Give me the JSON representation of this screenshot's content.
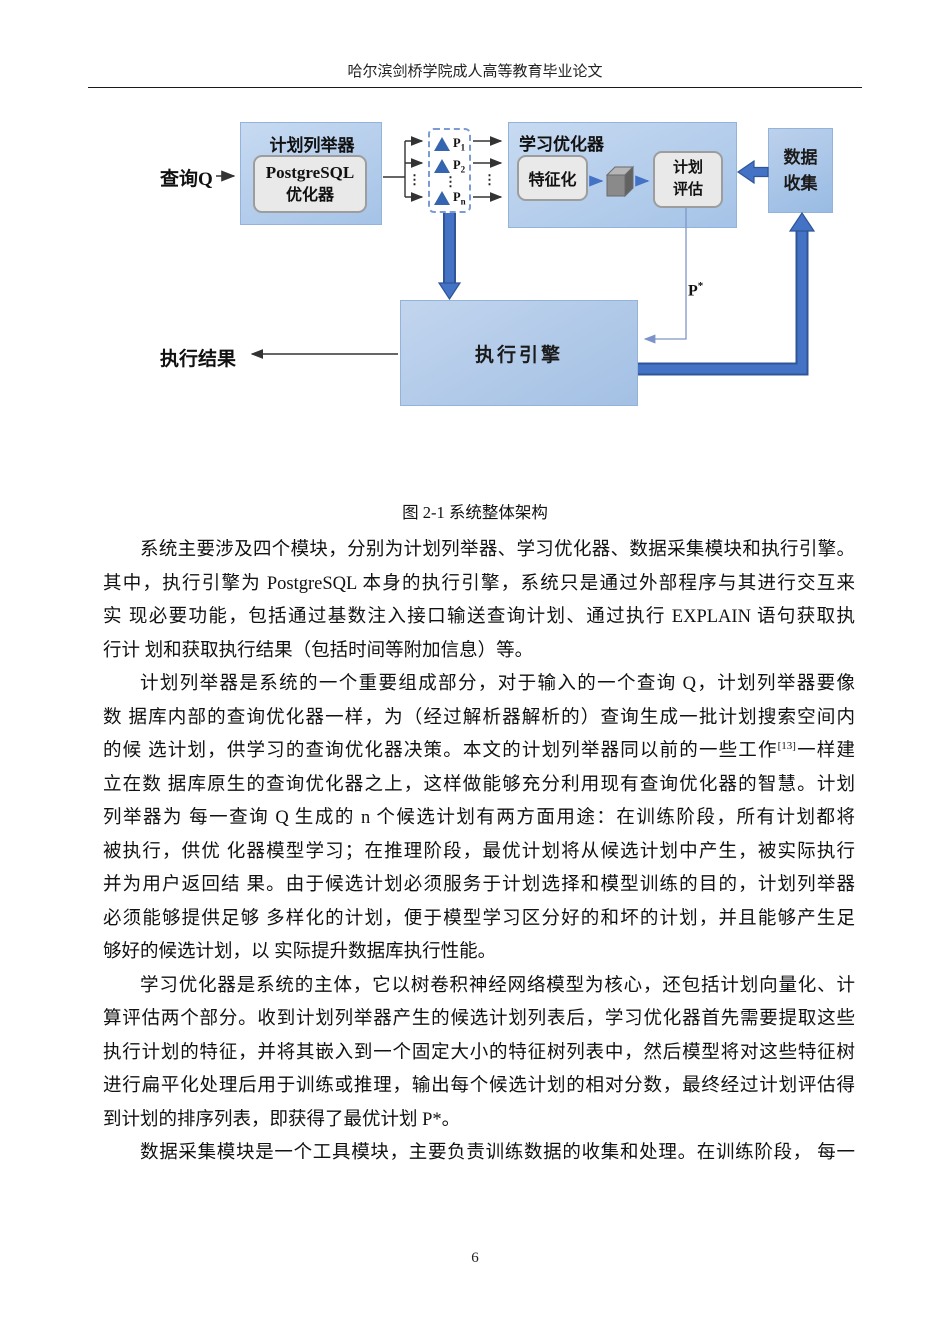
{
  "header": {
    "title": "哈尔滨剑桥学院成人高等教育毕业论文"
  },
  "figure": {
    "caption": "图 2-1  系统整体架构",
    "labels": {
      "query": "查询Q",
      "plan_enumerator": "计划列举器",
      "postgresql_line1": "PostgreSQL",
      "postgresql_line2": "优化器",
      "dots": "⋮",
      "plans": [
        {
          "base": "P",
          "sub": "1"
        },
        {
          "base": "P",
          "sub": "2"
        },
        {
          "base": "P",
          "sub": "n"
        }
      ],
      "learned_optimizer": "学习优化器",
      "featurization": "特征化",
      "plan_evaluation_line1": "计划",
      "plan_evaluation_line2": "评估",
      "data_collection_line1": "数据",
      "data_collection_line2": "收集",
      "execution_engine": "执行引擎",
      "execution_result": "执行结果",
      "best_plan_base": "P",
      "best_plan_sup": "*"
    },
    "colors": {
      "box_blue": "#A5C3E7",
      "thick_arrow_fill": "#4472C4",
      "thick_arrow_outline": "#2F5597",
      "gray_box": "#EAE9E9",
      "triangle_blue": "#3565AE"
    }
  },
  "body": {
    "lines": [
      {
        "indent": true,
        "last": false,
        "text": "系统主要涉及四个模块，分别为计划列举器、学习优化器、数据采集模块和执行引擎。"
      },
      {
        "indent": false,
        "last": false,
        "text": "其中，执行引擎为 PostgreSQL 本身的执行引擎，系统只是通过外部程序与其进行交互来"
      },
      {
        "indent": false,
        "last": false,
        "text": "实 现必要功能，包括通过基数注入接口输送查询计划、通过执行 EXPLAIN 语句获取执"
      },
      {
        "indent": false,
        "last": true,
        "text": "行计 划和获取执行结果（包括时间等附加信息）等。"
      },
      {
        "indent": true,
        "last": false,
        "text": "计划列举器是系统的一个重要组成部分，对于输入的一个查询 Q，计划列举器要像"
      },
      {
        "indent": false,
        "last": false,
        "text": "数 据库内部的查询优化器一样，为（经过解析器解析的）查询生成一批计划搜索空间内"
      },
      {
        "indent": false,
        "last": false,
        "pre": "的候 选计划，供学习的查询优化器决策。本文的计划列举器同以前的一些工作",
        "sup": "[13]",
        "post": "一样建"
      },
      {
        "indent": false,
        "last": false,
        "text": "立在数 据库原生的查询优化器之上，这样做能够充分利用现有查询优化器的智慧。计划"
      },
      {
        "indent": false,
        "last": false,
        "text": "列举器为 每一查询 Q 生成的 n 个候选计划有两方面用途：在训练阶段，所有计划都将"
      },
      {
        "indent": false,
        "last": false,
        "text": "被执行，供优 化器模型学习；在推理阶段，最优计划将从候选计划中产生，被实际执行"
      },
      {
        "indent": false,
        "last": false,
        "text": "并为用户返回结 果。由于候选计划必须服务于计划选择和模型训练的目的，计划列举器"
      },
      {
        "indent": false,
        "last": false,
        "text": "必须能够提供足够 多样化的计划，便于模型学习区分好的和坏的计划，并且能够产生足"
      },
      {
        "indent": false,
        "last": true,
        "text": "够好的候选计划，以 实际提升数据库执行性能。"
      },
      {
        "indent": true,
        "last": false,
        "text": "学习优化器是系统的主体，它以树卷积神经网络模型为核心，还包括计划向量化、计"
      },
      {
        "indent": false,
        "last": false,
        "text": "算评估两个部分。收到计划列举器产生的候选计划列表后，学习优化器首先需要提取这些"
      },
      {
        "indent": false,
        "last": false,
        "text": "执行计划的特征，并将其嵌入到一个固定大小的特征树列表中，然后模型将对这些特征树"
      },
      {
        "indent": false,
        "last": false,
        "text": "进行扁平化处理后用于训练或推理，输出每个候选计划的相对分数，最终经过计划评估得"
      },
      {
        "indent": false,
        "last": true,
        "text": "到计划的排序列表，即获得了最优计划 P*。"
      },
      {
        "indent": true,
        "last": false,
        "text": "数据采集模块是一个工具模块，主要负责训练数据的收集和处理。在训练阶段，  每一"
      }
    ]
  },
  "page": {
    "number": "6"
  }
}
